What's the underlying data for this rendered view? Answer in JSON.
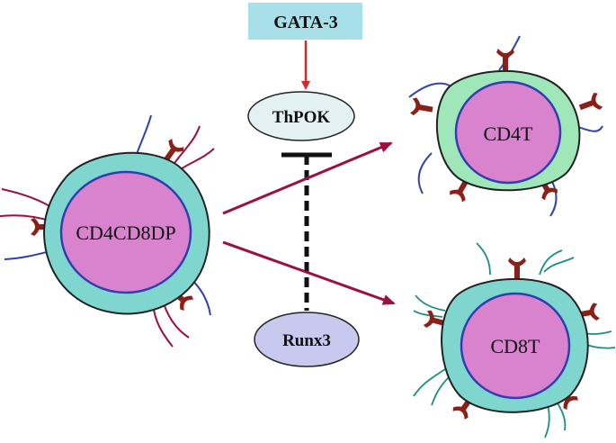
{
  "diagram": {
    "regulator": {
      "label": "GATA-3",
      "fill": "#a8e0ea"
    },
    "factors": {
      "thpok": {
        "label": "ThPOK",
        "fill": "#e3f1f3"
      },
      "runx3": {
        "label": "Runx3",
        "fill": "#c9c9ef"
      }
    },
    "cells": {
      "dp": {
        "label": "CD4CD8DP",
        "outer": "#7ed6cf",
        "inner": "#d983cf"
      },
      "cd4": {
        "label": "CD4T",
        "outer": "#9fe6b8",
        "inner": "#d983cf"
      },
      "cd8": {
        "label": "CD8T",
        "outer": "#7ed6cf",
        "inner": "#d983cf"
      }
    },
    "colors": {
      "arrow_red": "#d22a2a",
      "arrow_maroon": "#9b1040",
      "membrane_blue": "#2f3fb0",
      "receptor": "#8b2018",
      "cd4_molecule": "#3344b0",
      "cd8_molecule": "#1a8f80"
    }
  }
}
